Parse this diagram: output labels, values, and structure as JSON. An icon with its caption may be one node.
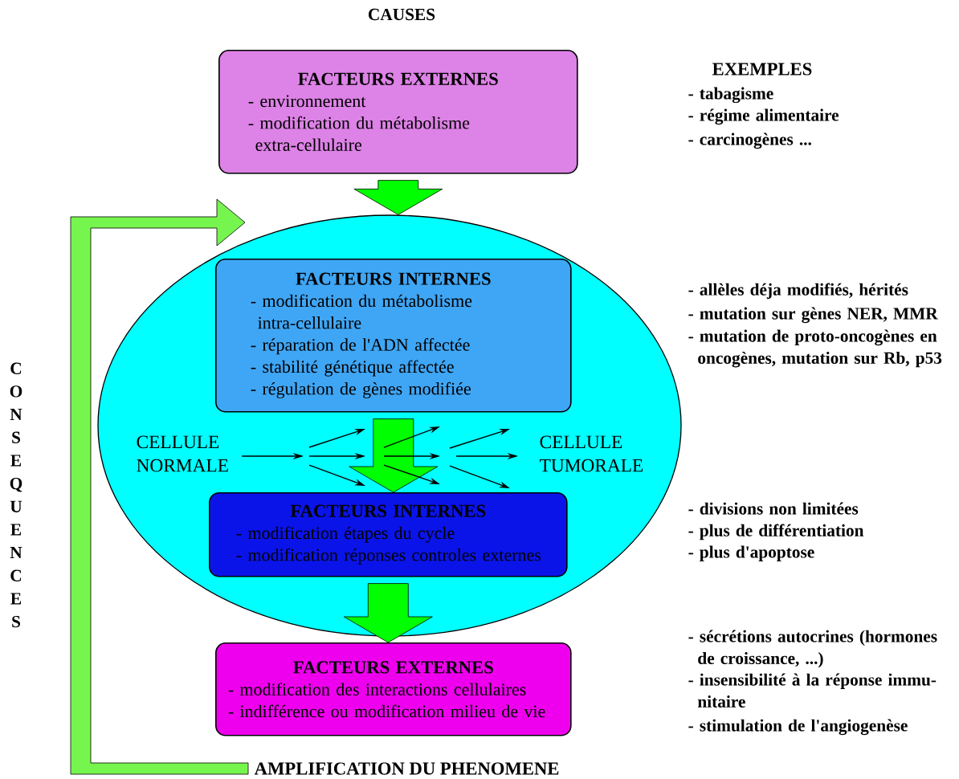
{
  "diagram": {
    "title": "CAUSES",
    "nodes": [
      {
        "text": [
          "FACTEURS EXTERNES",
          "- environnement",
          "- modification du métabolisme extra-cellulaire"
        ]
      },
      {
        "text": [],
        "shape": "ellipse"
      },
      {
        "text": [
          "FACTEURS INTERNES",
          "- modification du métabolisme intra-cellulaire",
          "- réparation de l'ADN affectée",
          "- stabilité génétique affectée",
          "- régulation de gènes modifiée"
        ],
        "in": 1
      },
      {
        "text": [
          "CELLULE NORMALE"
        ],
        "in": 1
      },
      {
        "text": [
          "CELLULE TUMORALE"
        ],
        "in": 1
      },
      {
        "text": [
          "FACTEURS INTERNES",
          "- modification étapes du cycle",
          "- modification réponses controles externes"
        ],
        "in": 1
      },
      {
        "text": [
          "FACTEURS EXTERNES",
          "- modification des interactions cellulaires",
          "- indifférence ou modification milieu de vie"
        ]
      },
      {
        "text": [
          "AMPLIFICATION DU PHENOMENE"
        ]
      }
    ],
    "edges": [
      {
        "from": 0,
        "to": 1,
        "arrow": "to"
      },
      {
        "from": 2,
        "to": 5,
        "arrow": "to"
      },
      {
        "from": 5,
        "to": 6,
        "arrow": "to"
      },
      {
        "from": 7,
        "to": 1,
        "arrow": "to",
        "color": "#77f54f"
      },
      {
        "from": 3,
        "to": null,
        "arrow": "to",
        "color": "#000000"
      }
    ],
    "labels": [
      "EXEMPLES",
      "- tabagisme",
      "- régime alimentaire",
      "- carcinogènes ...",
      "- allèles déja modifiés, hérités",
      "- mutation sur gènes NER, MMR",
      "- mutation de proto-oncogènes en oncogènes, mutation sur Rb, p53",
      "- divisions non limitées",
      "- plus de différentiation",
      "- plus d'apoptose",
      "- sécrétions autocrines (hormones de croissance, ...)",
      "- insensibilité à la réponse immu-nitaire",
      "- stimulation de l'angiogenèse",
      "CONSEQUENCES"
    ]
  }
}
